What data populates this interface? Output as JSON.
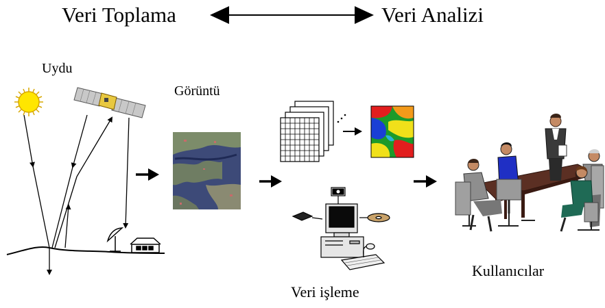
{
  "header": {
    "left_label": "Veri Toplama",
    "right_label": "Veri Analizi"
  },
  "labels": {
    "satellite": "Uydu",
    "image": "Görüntü",
    "processing": "Veri işleme",
    "users": "Kullanıcılar"
  },
  "colors": {
    "sun": "#ffe600",
    "sun_outline": "#d8a800",
    "satellite_panel": "#b9b9b9",
    "satellite_body": "#e8c840",
    "table": "#5b2f23",
    "classified_map": [
      "#1c9a2a",
      "#f0e01a",
      "#e21e1e",
      "#1a3fd6",
      "#f39a1a",
      "#2bb3d8"
    ]
  }
}
